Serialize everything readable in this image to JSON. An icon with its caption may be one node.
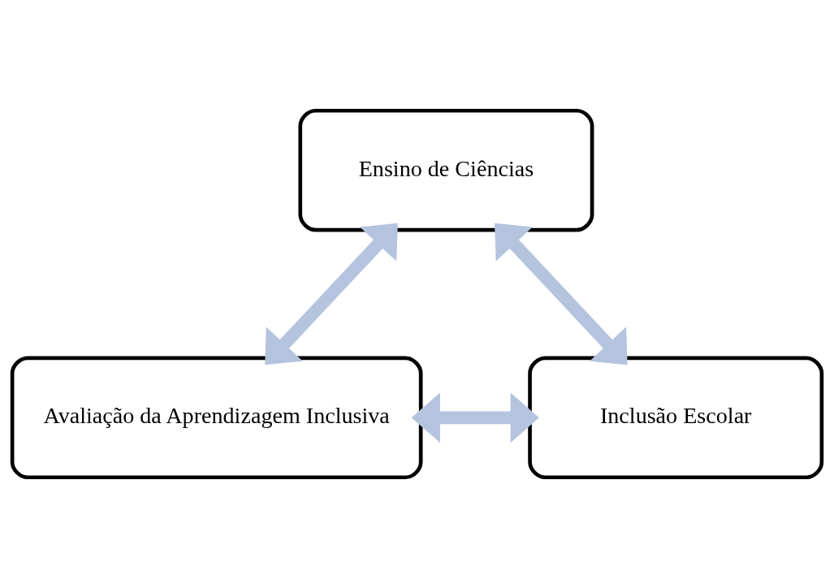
{
  "diagram": {
    "nodes": [
      {
        "text": [
          "Ensino de Ciências"
        ]
      },
      {
        "text": [
          "Avaliação da Aprendizagem Inclusiva"
        ]
      },
      {
        "text": [
          "Inclusão Escolar"
        ]
      }
    ],
    "edges": [
      {
        "from": 1,
        "to": 0,
        "arrow": "both"
      },
      {
        "from": 0,
        "to": 2,
        "arrow": "both"
      },
      {
        "from": 1,
        "to": 2,
        "arrow": "both"
      }
    ]
  }
}
